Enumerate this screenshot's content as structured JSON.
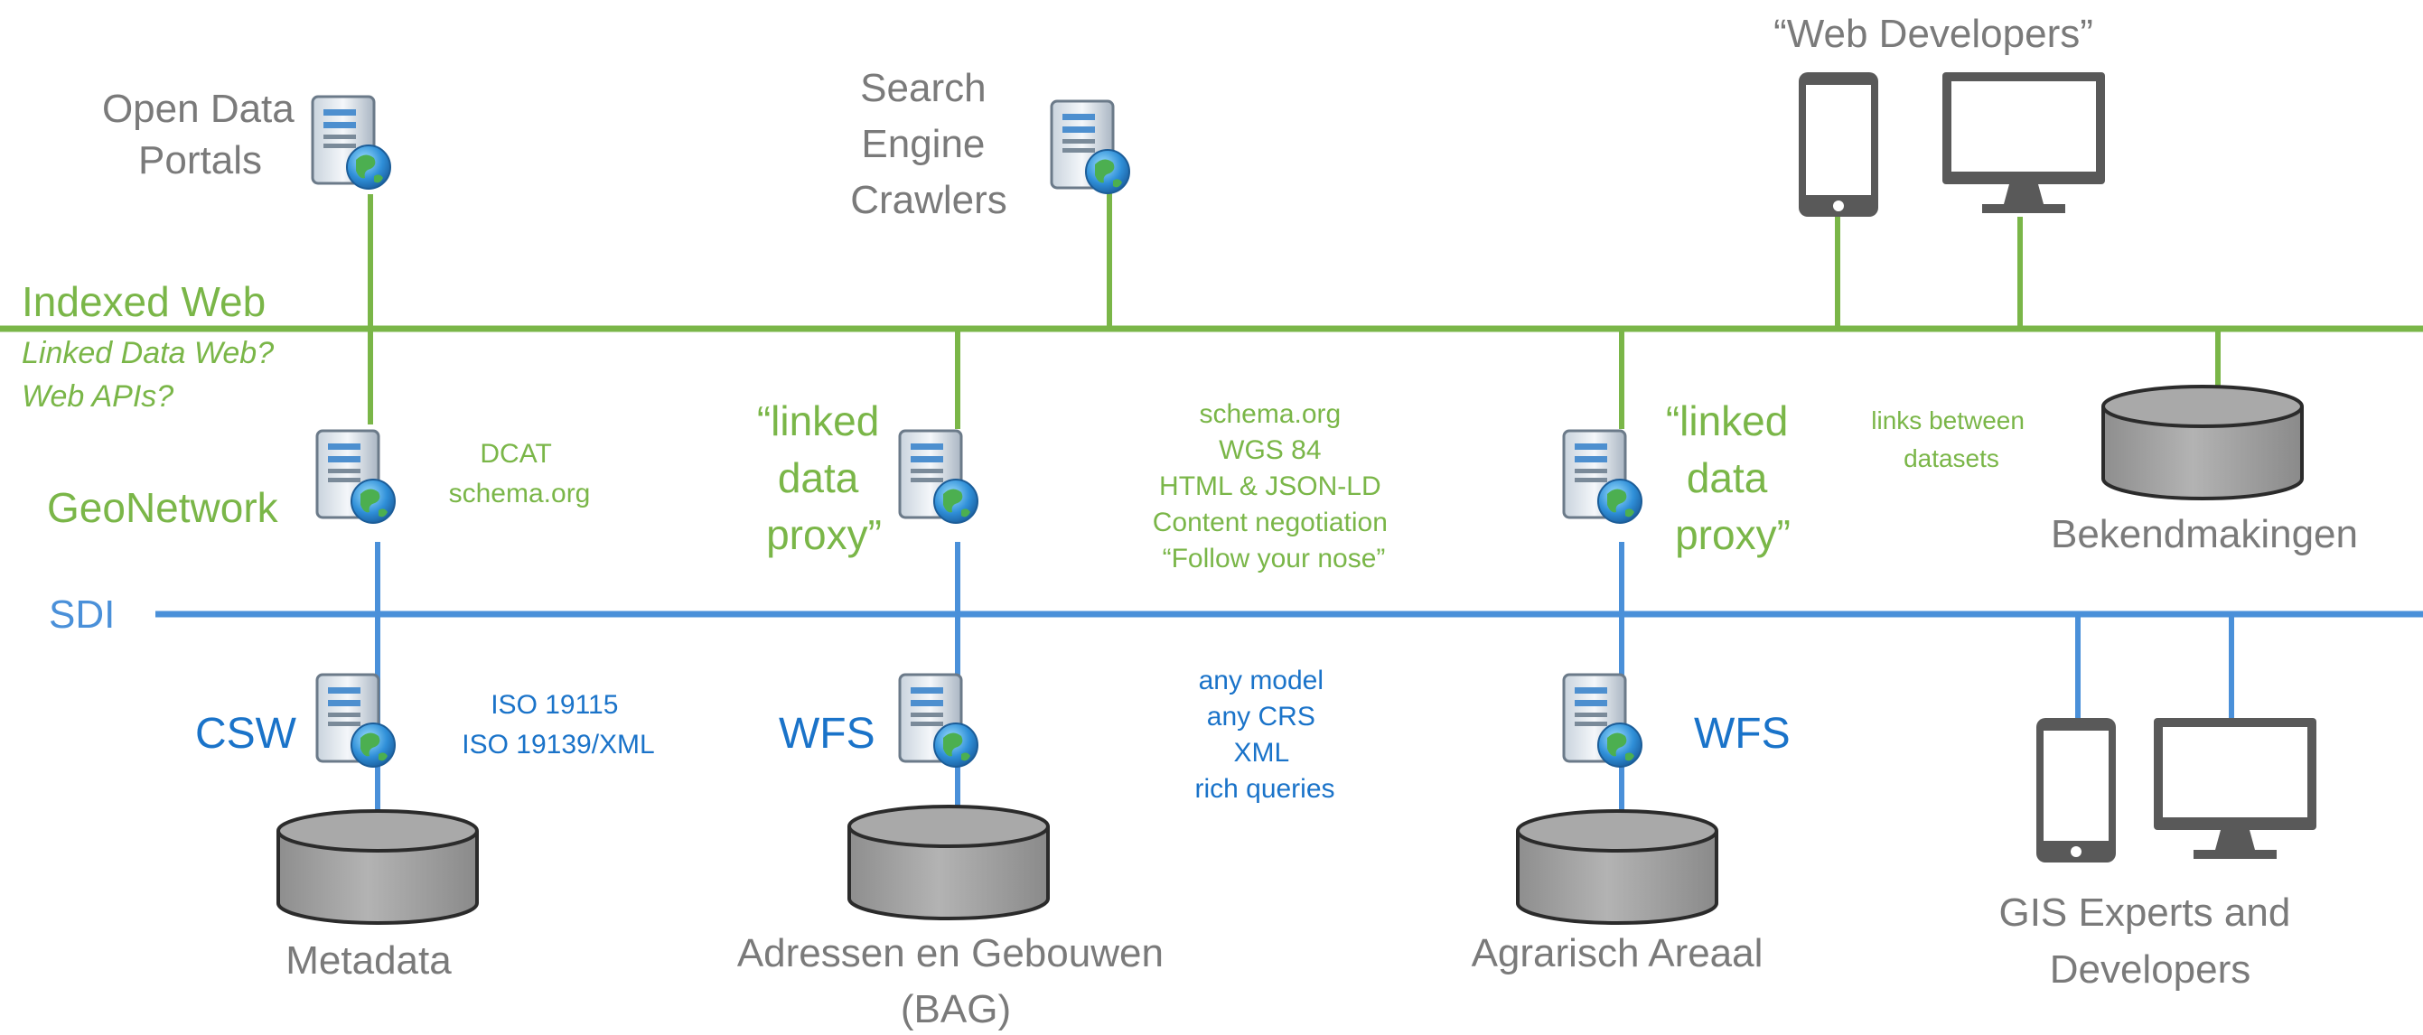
{
  "lines": {
    "indexed_web_label": "Indexed Web",
    "indexed_web_sub1": "Linked Data Web?",
    "indexed_web_sub2": "Web APIs?",
    "sdi_label": "SDI"
  },
  "consumers": {
    "open_data_portals": [
      "Open Data",
      "Portals"
    ],
    "search_engine_crawlers": [
      "Search",
      "Engine",
      "Crawlers"
    ],
    "web_developers": "“Web Developers”",
    "gis_experts": [
      "GIS Experts and",
      "Developers"
    ]
  },
  "servers": {
    "geonetwork": "GeoNetwork",
    "csw": "CSW",
    "wfs_bag": "WFS",
    "wfs_agrarisch": "WFS",
    "proxy_bag": [
      "“linked",
      "data",
      "proxy”"
    ],
    "proxy_agrarisch": [
      "“linked",
      "data",
      "proxy”"
    ]
  },
  "annotations": {
    "geonetwork_formats": [
      "DCAT",
      "schema.org"
    ],
    "csw_formats": [
      "ISO 19115",
      "ISO 19139/XML"
    ],
    "web_features": [
      "schema.org",
      "WGS 84",
      "HTML & JSON-LD",
      "Content negotiation",
      "“Follow your nose”"
    ],
    "sdi_features": [
      "any model",
      "any CRS",
      "XML",
      "rich queries"
    ],
    "links_between": [
      "links between",
      "datasets"
    ]
  },
  "datasets": {
    "metadata": "Metadata",
    "bag": [
      "Adressen en Gebouwen",
      "(BAG)"
    ],
    "agrarisch": "Agrarisch Areaal",
    "bekendmakingen": "Bekendmakingen"
  },
  "colors": {
    "web_line": "#7ab648",
    "sdi_line": "#4a90d9",
    "text_grey": "#7a7a7a",
    "text_green": "#7ab648",
    "text_blue": "#1a73c9",
    "db_fill": "#a6a6a6",
    "db_stroke": "#2b2b2b",
    "device_fill": "#595959"
  }
}
